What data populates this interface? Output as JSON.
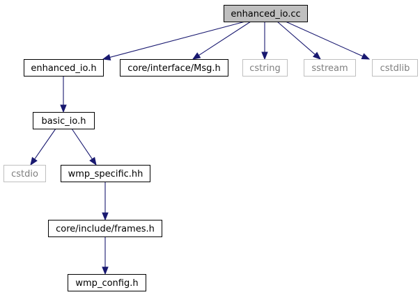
{
  "diagram": {
    "nodes": [
      {
        "id": "enhanced_io_cc",
        "label": "enhanced_io.cc",
        "style": "root"
      },
      {
        "id": "enhanced_io_h",
        "label": "enhanced_io.h",
        "style": "documented"
      },
      {
        "id": "msg_h",
        "label": "core/interface/Msg.h",
        "style": "documented"
      },
      {
        "id": "cstring",
        "label": "cstring",
        "style": "external"
      },
      {
        "id": "sstream",
        "label": "sstream",
        "style": "external"
      },
      {
        "id": "cstdlib",
        "label": "cstdlib",
        "style": "external"
      },
      {
        "id": "basic_io_h",
        "label": "basic_io.h",
        "style": "documented"
      },
      {
        "id": "cstdio",
        "label": "cstdio",
        "style": "external"
      },
      {
        "id": "wmp_specific_hh",
        "label": "wmp_specific.hh",
        "style": "documented"
      },
      {
        "id": "frames_h",
        "label": "core/include/frames.h",
        "style": "documented"
      },
      {
        "id": "wmp_config_h",
        "label": "wmp_config.h",
        "style": "documented"
      }
    ],
    "edges": [
      {
        "from": "enhanced_io_cc",
        "to": "enhanced_io_h"
      },
      {
        "from": "enhanced_io_cc",
        "to": "msg_h"
      },
      {
        "from": "enhanced_io_cc",
        "to": "cstring"
      },
      {
        "from": "enhanced_io_cc",
        "to": "sstream"
      },
      {
        "from": "enhanced_io_cc",
        "to": "cstdlib"
      },
      {
        "from": "enhanced_io_h",
        "to": "basic_io_h"
      },
      {
        "from": "basic_io_h",
        "to": "cstdio"
      },
      {
        "from": "basic_io_h",
        "to": "wmp_specific_hh"
      },
      {
        "from": "wmp_specific_hh",
        "to": "frames_h"
      },
      {
        "from": "frames_h",
        "to": "wmp_config_h"
      }
    ],
    "colors": {
      "root_fill": "#bfbfbf",
      "documented_border": "#000000",
      "external_border": "#bfbfbf",
      "external_text": "#7f7f7f",
      "text": "#000000",
      "edge": "#191970"
    }
  }
}
